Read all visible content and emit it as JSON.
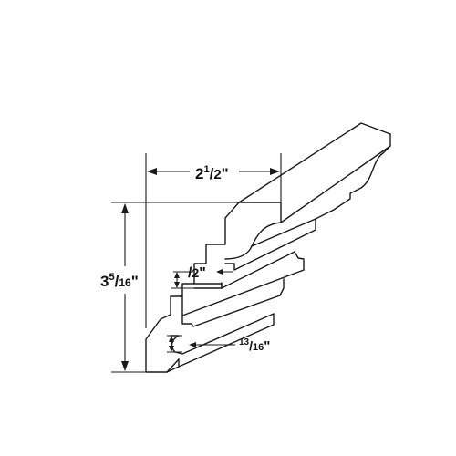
{
  "dimensions": {
    "width_label": {
      "main": "2",
      "sup": "1",
      "sub": "2",
      "unit": "\""
    },
    "height_label": {
      "main": "3",
      "sup": "5",
      "sub": "16",
      "unit": "\""
    },
    "step_label": {
      "main": "",
      "sup": "",
      "sub": "2",
      "unit": "\""
    },
    "lip_label": {
      "sup": "13",
      "sub": "16",
      "unit": "\""
    }
  },
  "colors": {
    "stroke": "#1a1a1a",
    "background": "#ffffff"
  }
}
